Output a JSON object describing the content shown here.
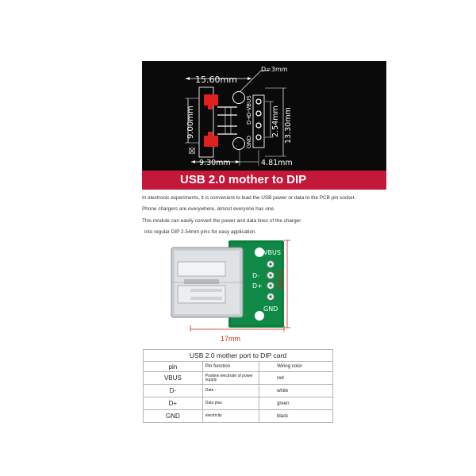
{
  "banner": {
    "dim_top": "15.60mm",
    "dim_d": "D=3mm",
    "dim_left": "9.00mm",
    "dim_pitch": "2.54mm",
    "dim_height": "13.30mm",
    "dim_bottom_left": "9.30mm",
    "dim_bottom_right": "4.81mm",
    "pin_labels": [
      "D-VBUS",
      "D+",
      "GND"
    ],
    "caption": "USB 2.0 mother to DIP"
  },
  "description": [
    "In electronic experiments, it is convenient to lead the USB power or data to the PCB pin socket.",
    "Phone chargers are everywhere, almost everyone has one.",
    "This module can easily convert the power and data lines of the charger",
    "into regular DIP 2.54mm pins for easy application."
  ],
  "module": {
    "pins": [
      "VBUS",
      "D-",
      "D+",
      "GND"
    ],
    "width_label": "17mm",
    "height_label": "17mm"
  },
  "table": {
    "title": "USB 2.0 mother port to DIP card",
    "headers": [
      "pin",
      "Pin function",
      "Wiring color"
    ],
    "rows": [
      [
        "VBUS",
        "Positive electrode of power supply",
        "red"
      ],
      [
        "D-",
        "Data -",
        "white"
      ],
      [
        "D+",
        "Data plus",
        "green"
      ],
      [
        "GND",
        "electricity",
        "black"
      ]
    ]
  },
  "colors": {
    "banner_bg": "#0a0a0a",
    "caption_bg": "#c4183a",
    "pcb_green": "#0f8a46",
    "dimension_red": "#c8281e"
  }
}
